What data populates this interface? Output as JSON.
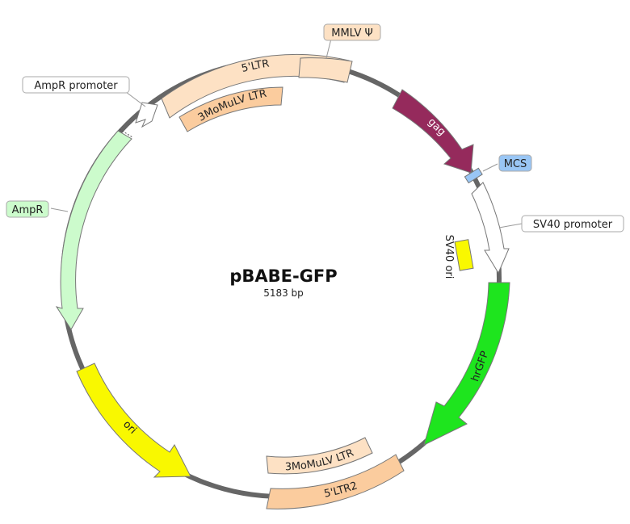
{
  "plasmid": {
    "name": "pBABE-GFP",
    "size_label": "5183 bp"
  },
  "features": [
    {
      "id": "ltr5",
      "label": "5'LTR",
      "color": "#fde1c4",
      "type": "arc"
    },
    {
      "id": "mmlv_psi",
      "label": "MMLV Ψ",
      "color": "#fde1c4",
      "type": "arc"
    },
    {
      "id": "gag",
      "label": "gag",
      "color": "#952a5c",
      "type": "arrow"
    },
    {
      "id": "mcs",
      "label": "MCS",
      "color": "#99c6f5",
      "type": "small-box"
    },
    {
      "id": "sv40_promoter",
      "label": "SV40 promoter",
      "color": "#ffffff",
      "type": "arrow"
    },
    {
      "id": "sv40_ori",
      "label": "SV40 ori",
      "color": "#f9f800",
      "type": "box"
    },
    {
      "id": "hrgfp",
      "label": "hrGFP",
      "color": "#1ee51e",
      "type": "arrow"
    },
    {
      "id": "ltr5_2",
      "label": "5'LTR2",
      "color": "#fbcc9e",
      "type": "arc"
    },
    {
      "id": "momulv_ltr_bottom",
      "label": "3MoMuLV LTR",
      "color": "#fde1c4",
      "type": "inner-arc"
    },
    {
      "id": "ori",
      "label": "ori",
      "color": "#f9f800",
      "type": "arrow"
    },
    {
      "id": "ampr",
      "label": "AmpR",
      "color": "#ccfbcc",
      "type": "arrow"
    },
    {
      "id": "ampr_promoter",
      "label": "AmpR promoter",
      "color": "#ffffff",
      "type": "arrow"
    },
    {
      "id": "momulv_ltr_top",
      "label": "3MoMuLV LTR",
      "color": "#fbcc9e",
      "type": "inner-arc"
    }
  ],
  "colors": {
    "backbone": "#666666",
    "outline": "#777777",
    "leader": "#999999"
  }
}
